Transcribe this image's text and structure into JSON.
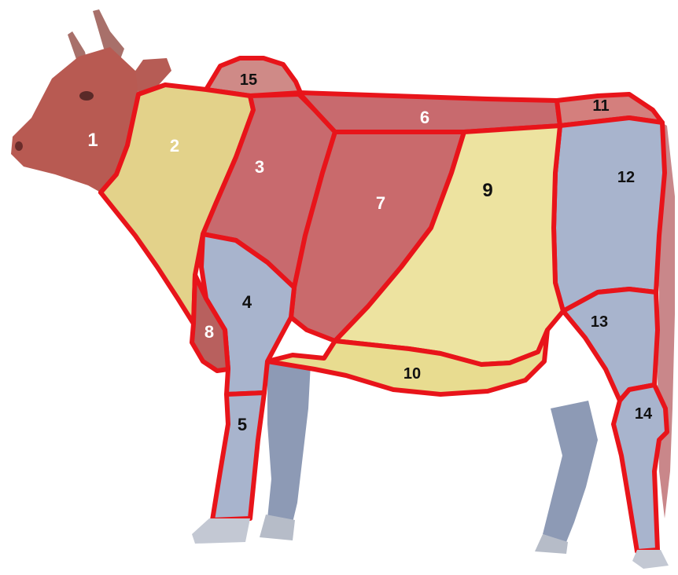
{
  "colors": {
    "cut_outline": "#e8141a",
    "reddish_cut": "#c9666a",
    "yellow_cut": "#ede3a0",
    "gray_cut": "#a8b4cd",
    "leg_gray": "#8d9ab5",
    "head": "#b85a52",
    "label_white": "#ffffff",
    "label_black": "#111111"
  },
  "cuts": [
    {
      "id": "1",
      "color": "#ffffff"
    },
    {
      "id": "2",
      "color": "#ffffff"
    },
    {
      "id": "3",
      "color": "#ffffff"
    },
    {
      "id": "4",
      "color": "#111111"
    },
    {
      "id": "5",
      "color": "#111111"
    },
    {
      "id": "6",
      "color": "#ffffff"
    },
    {
      "id": "7",
      "color": "#ffffff"
    },
    {
      "id": "8",
      "color": "#ffffff"
    },
    {
      "id": "9",
      "color": "#111111"
    },
    {
      "id": "10",
      "color": "#111111"
    },
    {
      "id": "11",
      "color": "#111111"
    },
    {
      "id": "12",
      "color": "#111111"
    },
    {
      "id": "13",
      "color": "#111111"
    },
    {
      "id": "14",
      "color": "#111111"
    },
    {
      "id": "15",
      "color": "#111111"
    }
  ]
}
